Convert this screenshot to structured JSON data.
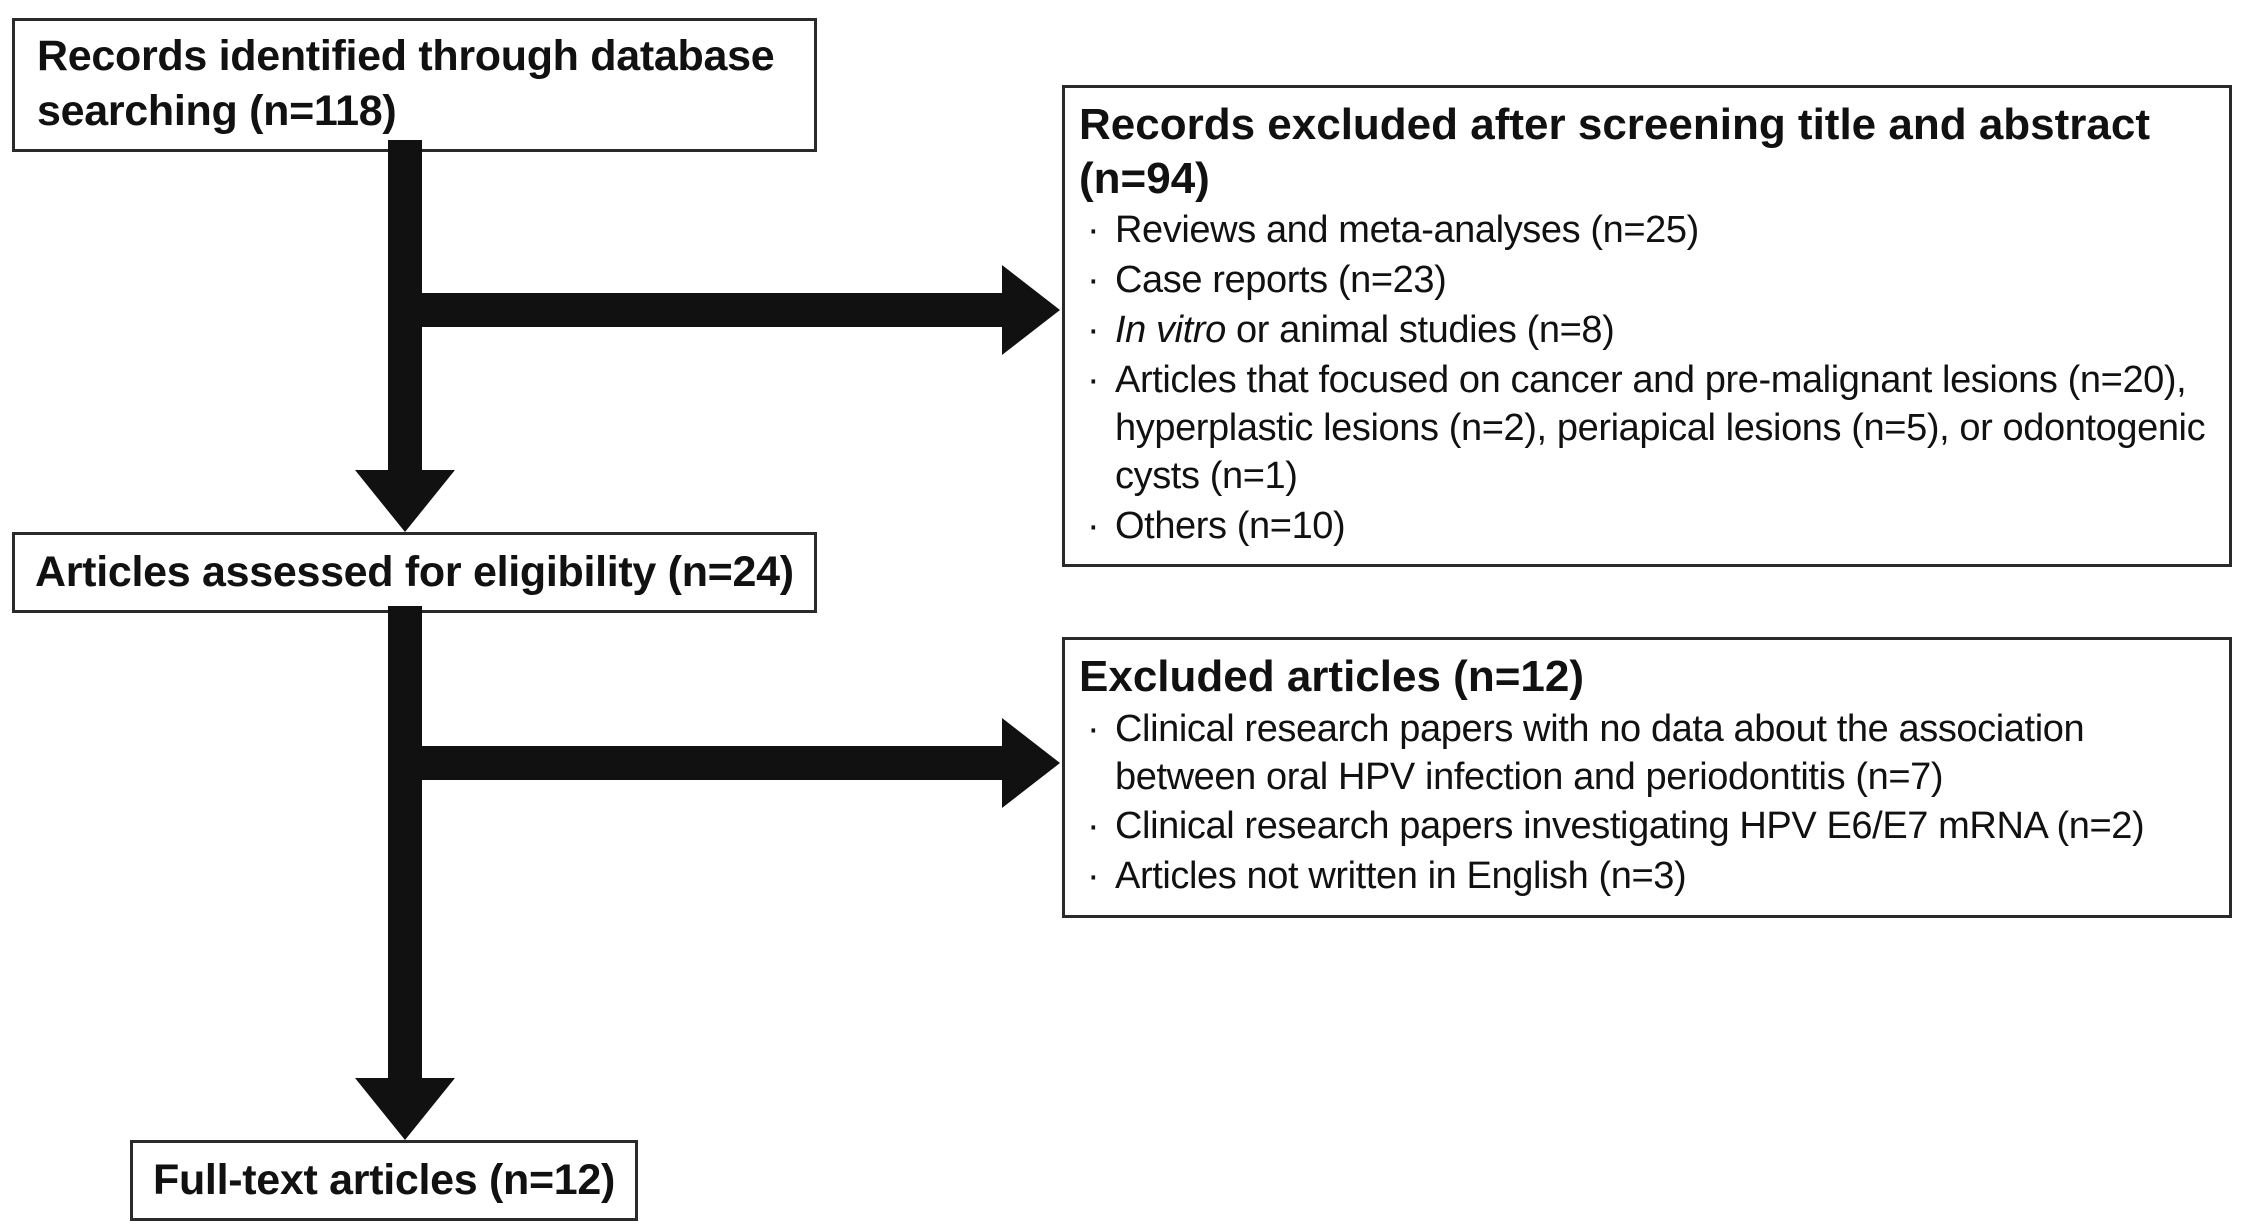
{
  "bullet": "·",
  "colors": {
    "line": "#111111",
    "border": "#2a2a2a",
    "background": "#ffffff",
    "text": "#111111"
  },
  "boxes": {
    "identified": {
      "label": "Records identified through database searching (n=118)"
    },
    "screen_excluded": {
      "title": "Records excluded after screening title and abstract (n=94)",
      "items": [
        {
          "text": "Reviews and meta-analyses (n=25)"
        },
        {
          "text": "Case reports (n=23)"
        },
        {
          "italic": "In vitro",
          "text": " or animal studies (n=8)"
        },
        {
          "text": "Articles that focused on cancer and pre-malignant lesions (n=20), hyperplastic lesions (n=2), periapical lesions (n=5), or odontogenic cysts (n=1)"
        },
        {
          "text": "Others (n=10)"
        }
      ]
    },
    "eligibility": {
      "label": "Articles assessed for eligibility (n=24)"
    },
    "fulltext_excluded": {
      "title": "Excluded articles (n=12)",
      "items": [
        {
          "text": "Clinical research papers with no data about the association between oral HPV infection and periodontitis (n=7)"
        },
        {
          "text": "Clinical research papers investigating HPV E6/E7 mRNA (n=2)"
        },
        {
          "text": "Articles not written in English (n=3)"
        }
      ]
    },
    "fulltext": {
      "label": "Full-text articles (n=12)"
    }
  }
}
